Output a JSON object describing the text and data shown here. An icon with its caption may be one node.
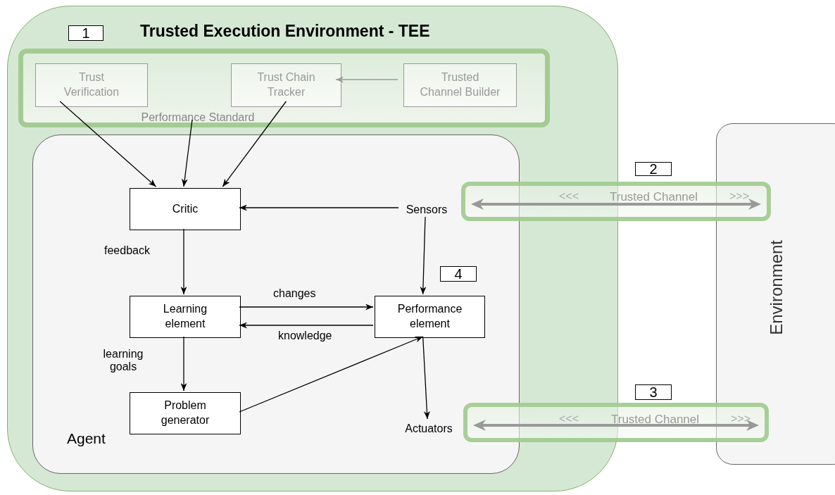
{
  "diagram": {
    "nodes": [
      {
        "text": [
          "Trusted Execution Environment - TEE"
        ],
        "beside": [
          "1"
        ]
      },
      {
        "text": [],
        "shape": "box",
        "in": 0
      },
      {
        "text": [
          "Trust Verification"
        ],
        "in": 1
      },
      {
        "text": [
          "Trust Chain Tracker"
        ],
        "in": 1
      },
      {
        "text": [
          "Trusted Channel Builder"
        ],
        "in": 1
      },
      {
        "text": [
          "Performance Standard"
        ],
        "in": 1
      },
      {
        "text": [
          "Agent"
        ],
        "in": 0
      },
      {
        "text": [
          "Critic"
        ],
        "in": 6
      },
      {
        "text": [
          "Sensors"
        ],
        "in": 6
      },
      {
        "text": [
          "Learning element"
        ],
        "in": 6
      },
      {
        "text": [
          "Performance element"
        ],
        "in": 6,
        "beside": [
          "4"
        ]
      },
      {
        "text": [
          "Problem generator"
        ],
        "in": 6
      },
      {
        "text": [
          "Actuators"
        ],
        "in": 6
      },
      {
        "text": [
          "Environment"
        ]
      },
      {
        "text": [
          "<<<",
          "Trusted Channel",
          ">>>"
        ],
        "beside": [
          "2"
        ]
      },
      {
        "text": [
          "<<<",
          "Trusted Channel",
          ">>>"
        ],
        "beside": [
          "3"
        ]
      }
    ],
    "edges": [
      {
        "from": 4,
        "to": 3,
        "arrow": "to",
        "color": "#999999"
      },
      {
        "from": 2,
        "to": 7,
        "arrow": "to"
      },
      {
        "from": 5,
        "to": 7,
        "arrow": "to"
      },
      {
        "from": 3,
        "to": 7,
        "arrow": "to"
      },
      {
        "from": 8,
        "to": 7,
        "arrow": "to"
      },
      {
        "from": 7,
        "to": 9,
        "arrow": "to",
        "label": "feedback"
      },
      {
        "from": 8,
        "to": 10,
        "arrow": "to"
      },
      {
        "from": 9,
        "to": 10,
        "arrow": "to",
        "label": "changes"
      },
      {
        "from": 10,
        "to": 9,
        "arrow": "to",
        "label": "knowledge"
      },
      {
        "from": 9,
        "to": 11,
        "arrow": "to",
        "label": "learning goals"
      },
      {
        "from": 11,
        "to": 10,
        "arrow": "to"
      },
      {
        "from": 10,
        "to": 12,
        "arrow": "to"
      }
    ]
  }
}
